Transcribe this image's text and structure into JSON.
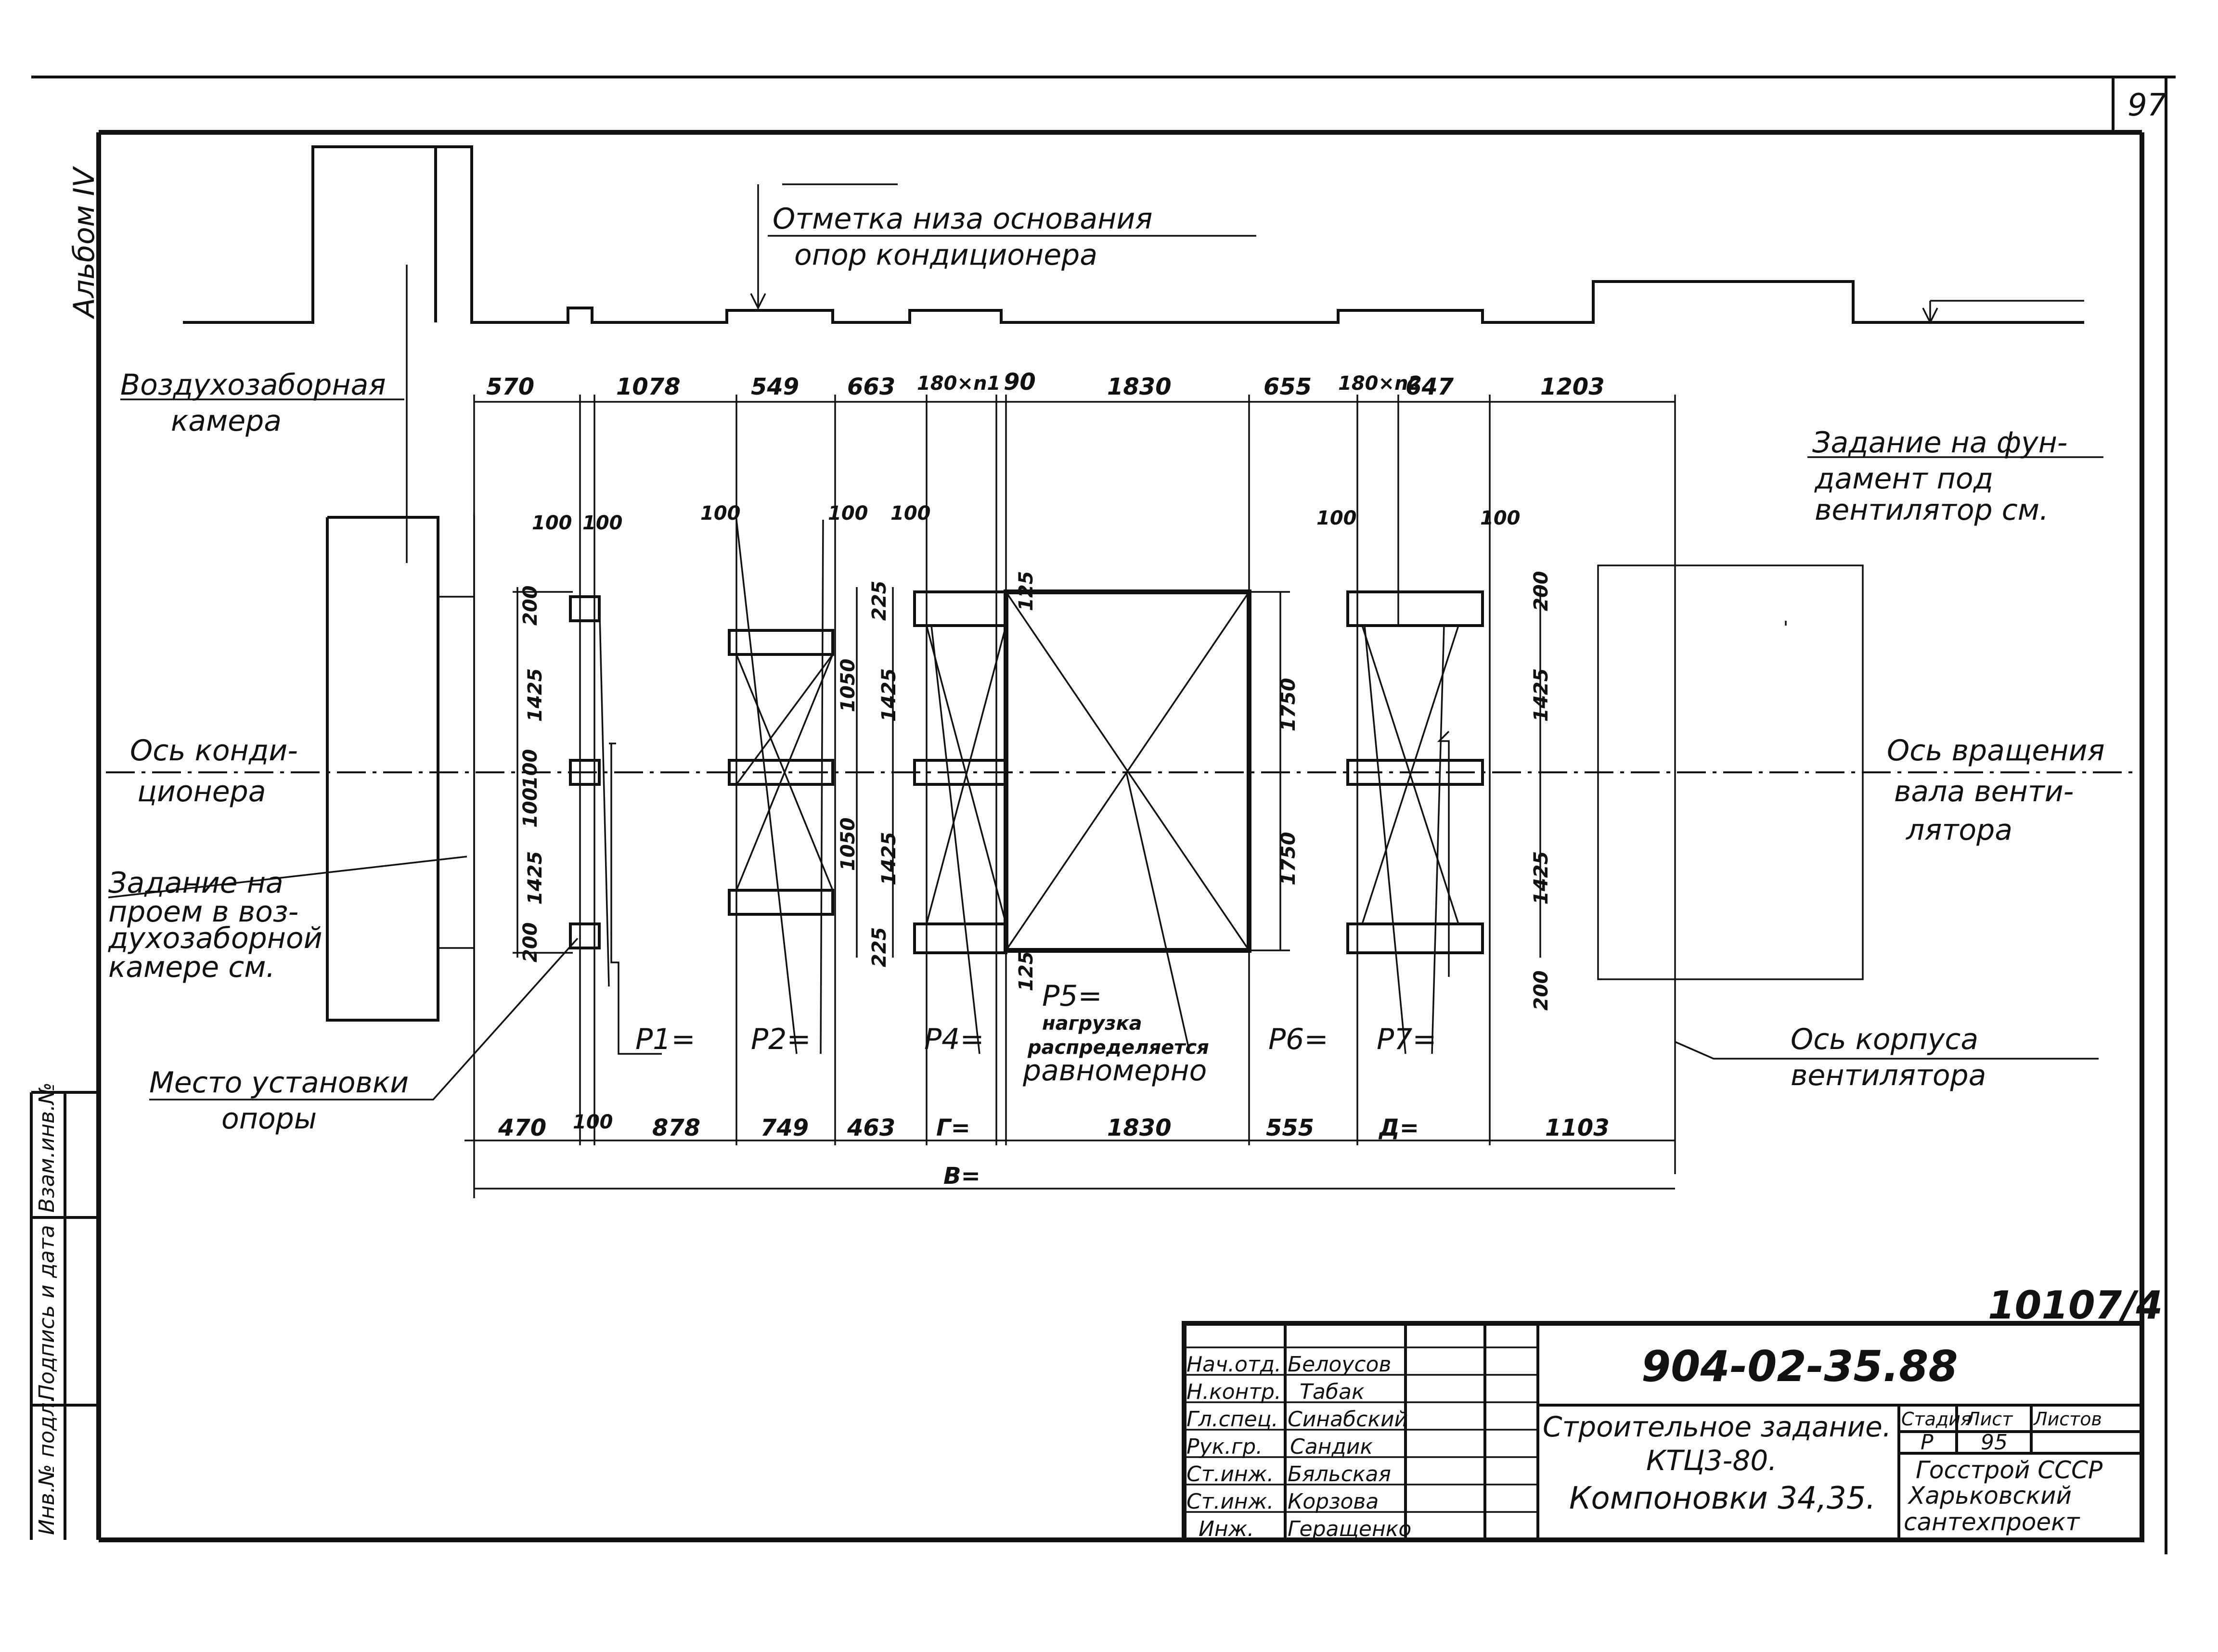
{
  "sheet": {
    "page_number": "97",
    "album": "Альбом IV",
    "archive_number": "10107/4"
  },
  "labels": {
    "bottom_mark_1": "Отметка низа основания",
    "bottom_mark_2": "опор кондиционера",
    "air_intake_1": "Воздухозаборная",
    "air_intake_2": "камера",
    "fan_task_1": "Задание на фун-",
    "fan_task_2": "дамент под",
    "fan_task_3": "вентилятор см.",
    "axis_cond_1": "Ось конди-",
    "axis_cond_2": "ционера",
    "axis_rot_1": "Ось вращения",
    "axis_rot_2": "вала венти-",
    "axis_rot_3": "лятора",
    "opening_1": "Задание на",
    "opening_2": "проем в воз-",
    "opening_3": "духозаборной",
    "opening_4": "камере см.",
    "support_1": "Место установки",
    "support_2": "опоры",
    "fan_body_1": "Ось корпуса",
    "fan_body_2": "вентилятора",
    "p5_1": "Р5=",
    "p5_2": "нагрузка",
    "p5_3": "распределяется",
    "p5_4": "равномерно",
    "p1": "Р1=",
    "p2": "Р2=",
    "p4": "Р4=",
    "p6": "Р6=",
    "p7": "Р7="
  },
  "dims_top": [
    "570",
    "1078",
    "549",
    "663",
    "180×n1",
    "90",
    "1830",
    "655",
    "180×n2",
    "647",
    "1203"
  ],
  "dims_bottom": [
    "470",
    "100",
    "878",
    "749",
    "463",
    "Г=",
    "1830",
    "555",
    "Д=",
    "1103"
  ],
  "dim_total": "В=",
  "dims_small": {
    "d100": "100",
    "d125": "125",
    "d200": "200",
    "d225": "225",
    "d1050": "1050",
    "d1425": "1425",
    "d1750": "1750"
  },
  "title_block": {
    "designation": "904-02-35.88",
    "title_1": "Строительное задание.",
    "title_2": "КТЦ3-80.",
    "title_3": "Компоновки 34,35.",
    "stage_header": "Стадия",
    "sheet_header": "Лист",
    "sheets_header": "Листов",
    "stage": "Р",
    "sheet_no": "95",
    "org_1": "Госстрой СССР",
    "org_2": "Харьковский",
    "org_3": "сантехпроект",
    "roles": [
      "Нач.отд.",
      "Н.контр.",
      "Гл.спец.",
      "Рук.гр.",
      "Ст.инж.",
      "Ст.инж.",
      "Инж."
    ],
    "names": [
      "Белоусов",
      "Табак",
      "Синабский",
      "Сандик",
      "Бяльская",
      "Корзова",
      "Геращенко"
    ]
  },
  "side_stamp": [
    "Инв.№ подл.",
    "Подпись и дата",
    "Взам.инв.№"
  ]
}
